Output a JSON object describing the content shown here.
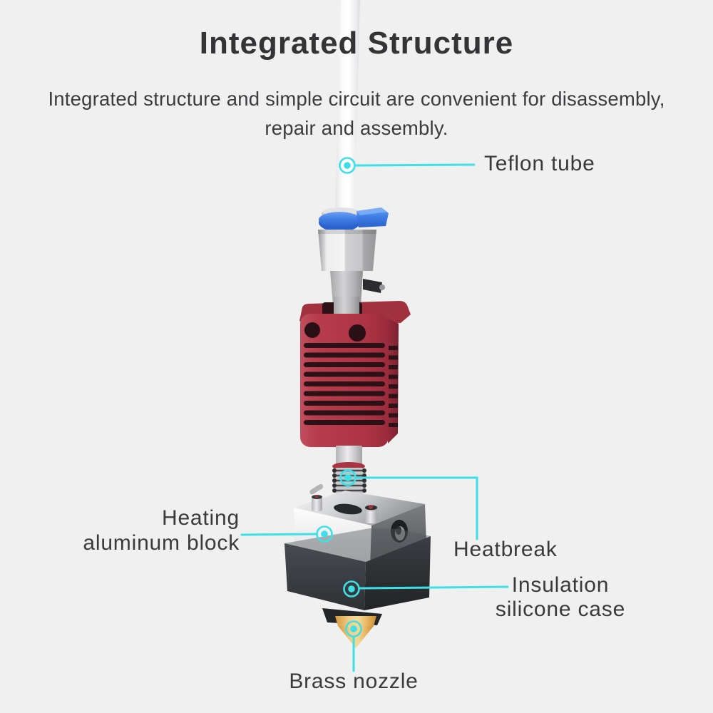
{
  "header": {
    "title": "Integrated Structure",
    "subtitle_line1": "Integrated structure and simple circuit are convenient for disassembly,",
    "subtitle_line2": "repair and assembly."
  },
  "callouts": {
    "teflon_tube": {
      "label": "Teflon tube"
    },
    "heating_aluminum_block": {
      "label_line1": "Heating",
      "label_line2": "aluminum block"
    },
    "heatbreak": {
      "label": "Heatbreak"
    },
    "insulation_silicone_case": {
      "label_line1": "Insulation",
      "label_line2": "silicone case"
    },
    "brass_nozzle": {
      "label": "Brass nozzle"
    }
  },
  "colors": {
    "background": "#F0F0F1",
    "accent_cyan": "#3EE0E8",
    "text": "#3A3A3D",
    "heatsink_red": "#B13A49",
    "collet_clip_blue": "#3F7EE6",
    "brass": "#E9B863",
    "aluminum_silver": "#E8E9EA",
    "silicone_case_dark": "#3A3D41"
  }
}
